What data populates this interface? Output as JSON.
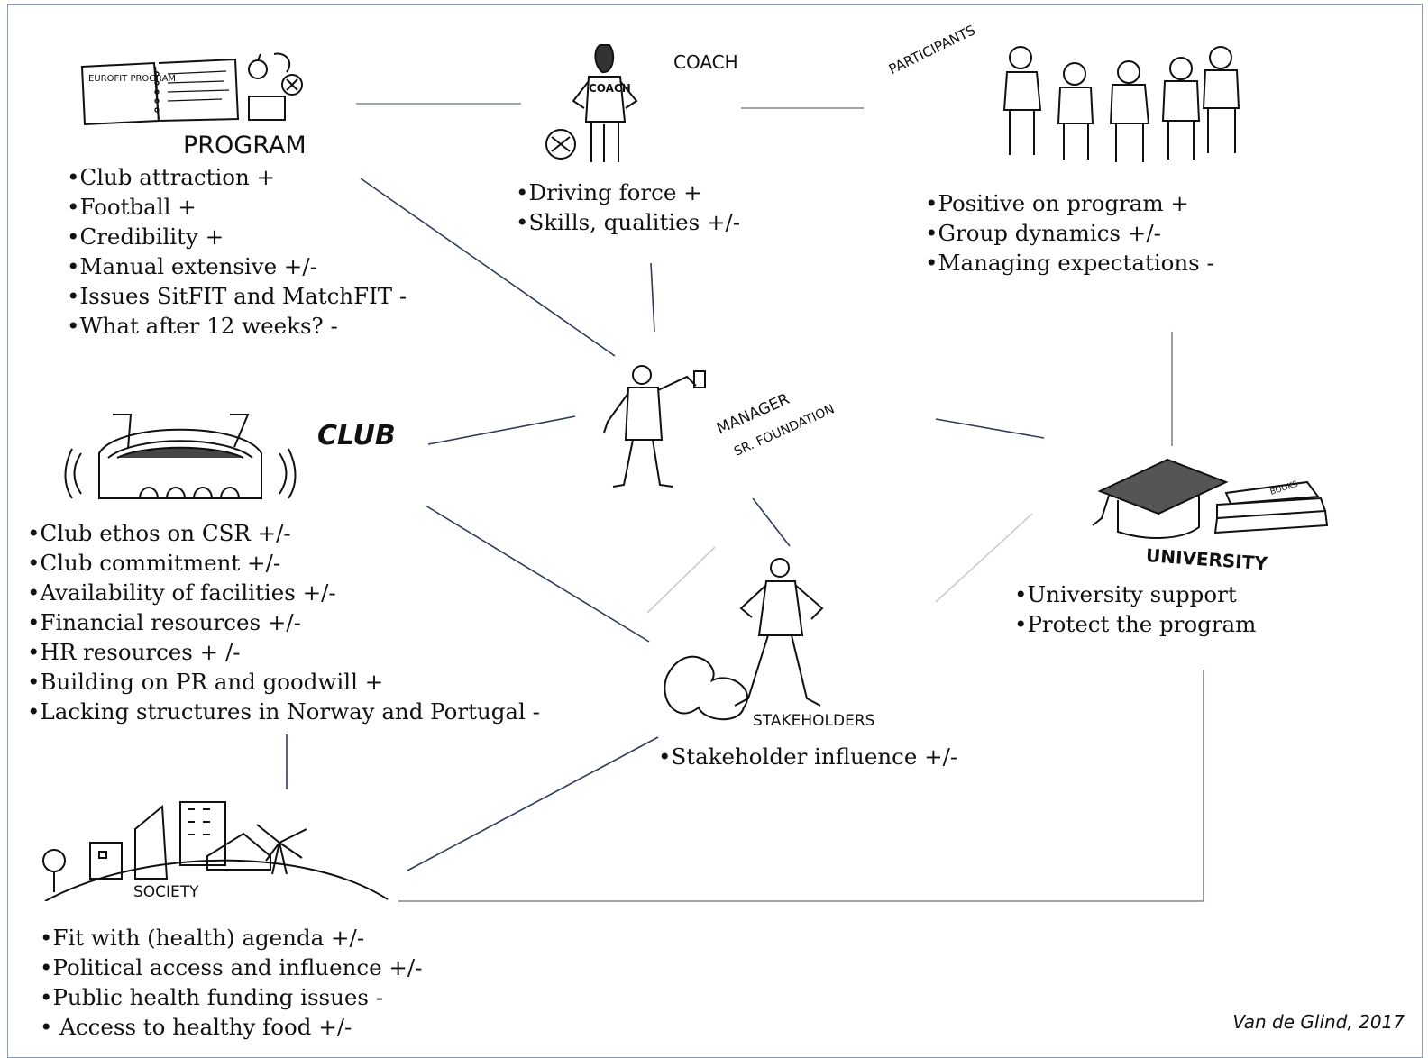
{
  "nodes": {
    "program": {
      "label": "PROGRAM",
      "book_text": "EUROFIT PROGRAM",
      "items": [
        "•Club attraction +",
        "•Football  +",
        "•Credibility +",
        "•Manual extensive +/-",
        "•Issues SitFIT and MatchFIT  -",
        "•What after 12 weeks?  -"
      ]
    },
    "coach": {
      "label": "COACH",
      "shirt_text": "COACH",
      "items": [
        "•Driving force  +",
        "•Skills, qualities  +/-"
      ]
    },
    "participants": {
      "label": "PARTICIPANTS",
      "items": [
        "•Positive on program +",
        "•Group dynamics  +/-",
        "•Managing expectations -"
      ]
    },
    "manager": {
      "label_line1": "MANAGER",
      "label_line2": "SR. FOUNDATION"
    },
    "club": {
      "label": "CLUB",
      "items": [
        "•Club ethos on CSR +/-",
        "•Club commitment +/-",
        "•Availability of facilities  +/-",
        "•Financial resources  +/-",
        "•HR resources + /-",
        "•Building on PR and goodwill +",
        "•Lacking structures in Norway and Portugal -"
      ]
    },
    "university": {
      "label": "UNIVERSITY",
      "books_text": "BOOKS",
      "items": [
        "•University support",
        "•Protect the program"
      ]
    },
    "stakeholders": {
      "label": "STAKEHOLDERS",
      "items": [
        "•Stakeholder influence +/-"
      ]
    },
    "society": {
      "label": "SOCIETY",
      "items": [
        "•Fit  with (health) agenda +/-",
        "•Political access and influence +/-",
        "•Public health funding issues -",
        "• Access to healthy food +/-"
      ]
    }
  },
  "credit": "Van de Glind, 2017",
  "colors": {
    "connector": "#2f3c5a",
    "connector_light": "#c8ccd4",
    "frame": "#8a9bb8",
    "ink": "#111111"
  }
}
